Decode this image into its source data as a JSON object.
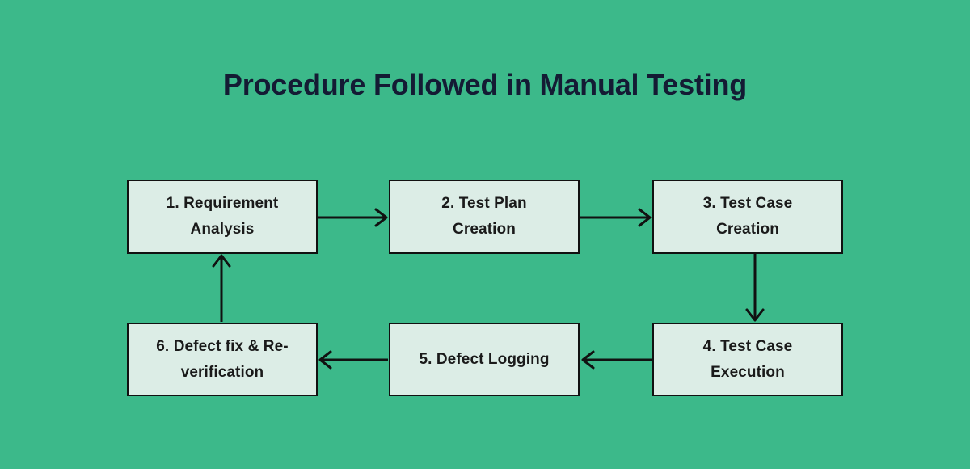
{
  "diagram": {
    "title": "Procedure Followed in Manual Testing",
    "type": "flowchart-cycle",
    "background_color": "#3cb98a",
    "node_fill_color": "#dcede6",
    "node_border_color": "#111111",
    "title_color": "#141b34",
    "node_text_color": "#1a1a1a",
    "nodes": [
      {
        "id": "1",
        "label": "1. Requirement\nAnalysis"
      },
      {
        "id": "2",
        "label": "2.  Test Plan\nCreation"
      },
      {
        "id": "3",
        "label": "3.  Test Case\nCreation"
      },
      {
        "id": "4",
        "label": "4. Test Case\nExecution"
      },
      {
        "id": "5",
        "label": "5. Defect Logging"
      },
      {
        "id": "6",
        "label": "6. Defect fix & Re-\nverification"
      }
    ],
    "connectors": [
      {
        "id": "1-to-2",
        "from": "1",
        "to": "2",
        "direction": "right"
      },
      {
        "id": "2-to-3",
        "from": "2",
        "to": "3",
        "direction": "right"
      },
      {
        "id": "3-to-4",
        "from": "3",
        "to": "4",
        "direction": "down"
      },
      {
        "id": "4-to-5",
        "from": "4",
        "to": "5",
        "direction": "left"
      },
      {
        "id": "5-to-6",
        "from": "5",
        "to": "6",
        "direction": "left"
      },
      {
        "id": "6-to-1",
        "from": "6",
        "to": "1",
        "direction": "up"
      }
    ]
  }
}
